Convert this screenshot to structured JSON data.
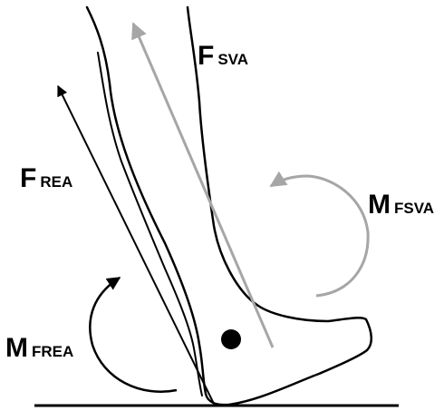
{
  "labels": {
    "f_sva": {
      "main": "F",
      "sub": "SVA"
    },
    "f_rea": {
      "main": "F",
      "sub": "REA"
    },
    "m_fsva": {
      "main": "M",
      "sub": "FSVA"
    },
    "m_frea": {
      "main": "M",
      "sub": "FREA"
    }
  },
  "colors": {
    "outline": "#000000",
    "f_sva_vector": "#a6a6a6",
    "f_rea_vector": "#000000",
    "m_fsva_arc": "#a6a6a6",
    "m_frea_arc": "#000000",
    "pivot": "#000000"
  }
}
